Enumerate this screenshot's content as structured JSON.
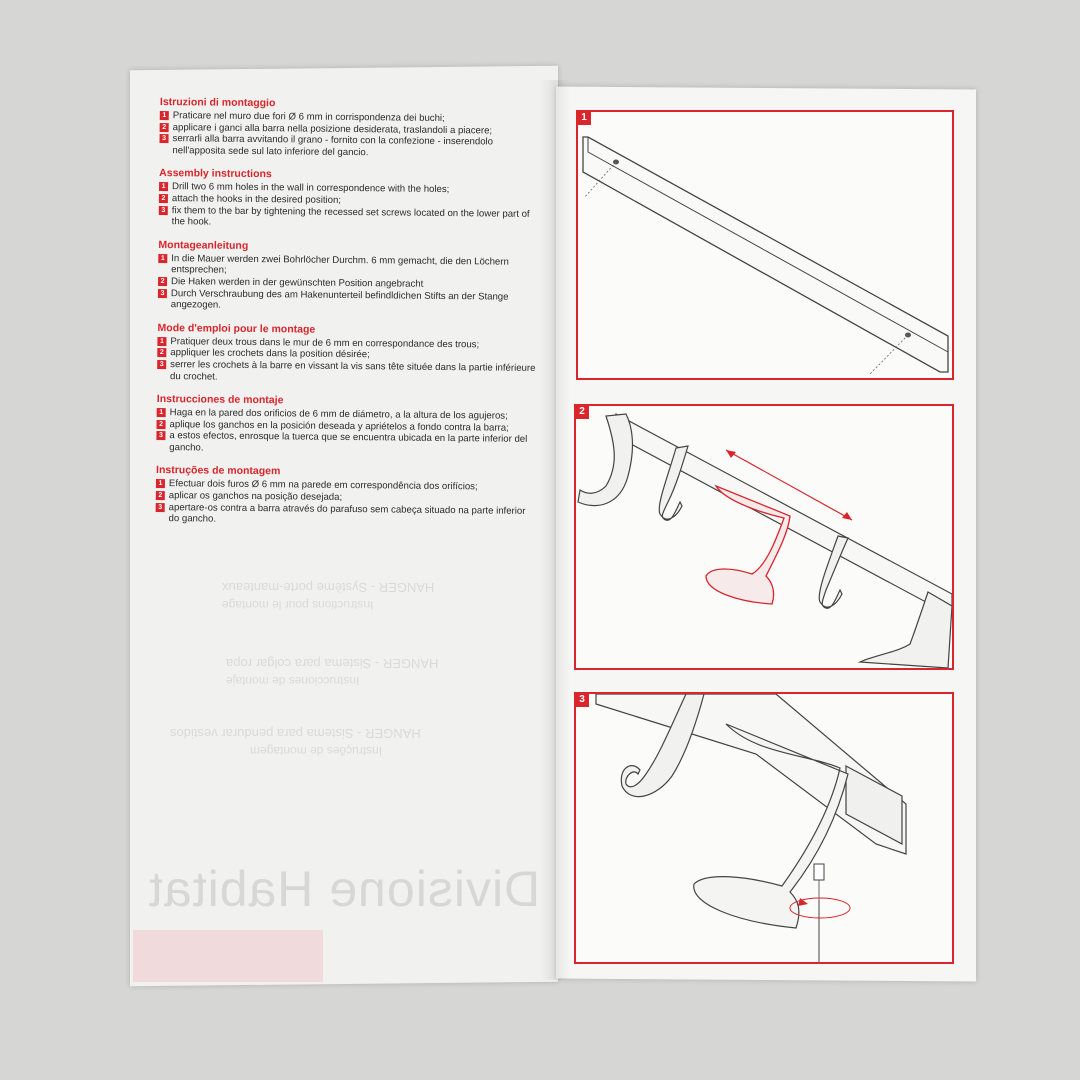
{
  "sections": [
    {
      "title": "Istruzioni di montaggio",
      "steps": [
        {
          "num": "1",
          "text": "Praticare nel muro due fori Ø 6 mm in corrispondenza dei buchi;"
        },
        {
          "num": "2",
          "text": "applicare i ganci alla barra nella posizione desiderata, traslandoli a piacere;"
        },
        {
          "num": "3",
          "text": "serrarli alla barra avvitando il grano - fornito con la confezione - inserendolo nell'apposita sede sul lato inferiore del gancio."
        }
      ]
    },
    {
      "title": "Assembly instructions",
      "steps": [
        {
          "num": "1",
          "text": "Drill two 6 mm holes in the wall in correspondence with the holes;"
        },
        {
          "num": "2",
          "text": "attach the hooks in the desired position;"
        },
        {
          "num": "3",
          "text": "fix them to the bar by tightening the recessed set screws located on the lower part of the hook."
        }
      ]
    },
    {
      "title": "Montageanleitung",
      "steps": [
        {
          "num": "1",
          "text": "In die Mauer werden zwei Bohrlöcher Durchm. 6 mm gemacht, die den Löchern entsprechen;"
        },
        {
          "num": "2",
          "text": "Die Haken werden in der gewünschten Position angebracht"
        },
        {
          "num": "3",
          "text": "Durch Verschraubung des am Hakenunterteil befindldichen Stifts an der Stange angezogen."
        }
      ]
    },
    {
      "title": "Mode d'emploi pour le montage",
      "steps": [
        {
          "num": "1",
          "text": "Pratiquer deux trous dans le mur de 6 mm en correspondance des trous;"
        },
        {
          "num": "2",
          "text": "appliquer les crochets dans la position désirée;"
        },
        {
          "num": "3",
          "text": "serrer les crochets à la barre en vissant la vis sans tête située dans la partie inférieure du crochet."
        }
      ]
    },
    {
      "title": "Instrucciones de montaje",
      "steps": [
        {
          "num": "1",
          "text": "Haga en la pared dos orificios de 6 mm de diámetro, a la altura de los agujeros;"
        },
        {
          "num": "2",
          "text": "aplique los ganchos en la posición deseada y apriételos a fondo contra la barra;"
        },
        {
          "num": "3",
          "text": "a estos efectos, enrosque la tuerca que se encuentra ubicada en la parte inferior del gancho."
        }
      ]
    },
    {
      "title": "Instruções de montagem",
      "steps": [
        {
          "num": "1",
          "text": "Efectuar dois furos Ø 6 mm na parede em correspondência dos orifícios;"
        },
        {
          "num": "2",
          "text": "aplicar os ganchos na posição desejada;"
        },
        {
          "num": "3",
          "text": "apertare-os contra a barra através do parafuso sem cabeça situado na parte inferior do gancho."
        }
      ]
    }
  ],
  "show_through": {
    "line1": "HANGER - Système porte-manteaux",
    "line2": "Instructions pour le montage",
    "line3": "HANGER - Sistema para colgar ropa",
    "line4": "Instrucciones de montaje",
    "line5": "HANGER - Sistema para pendurar vestidos",
    "line6": "Instruções de montagem"
  },
  "watermark": "Divisione Habitat",
  "panels": [
    {
      "num": "1"
    },
    {
      "num": "2"
    },
    {
      "num": "3"
    }
  ],
  "colors": {
    "accent": "#d8262c",
    "paper": "#f1f1ef",
    "ink": "#2a2a2a"
  }
}
